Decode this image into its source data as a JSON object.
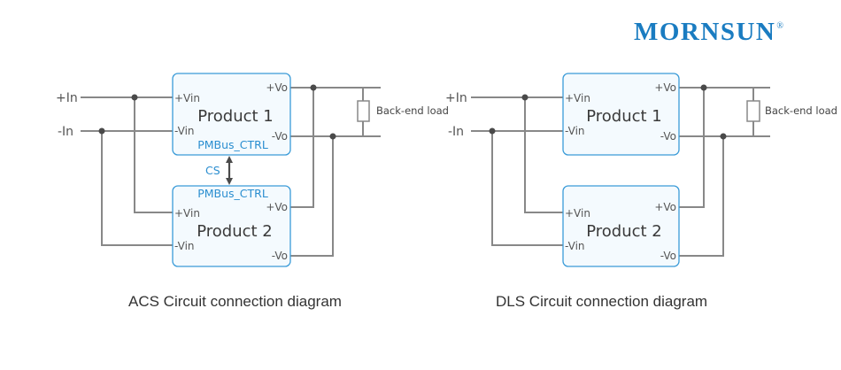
{
  "logo": {
    "text": "MORNSUN",
    "mark": "®",
    "color": "#1a7cc1"
  },
  "diagrams": [
    {
      "id": "acs",
      "caption": "ACS Circuit connection diagram",
      "inputs": {
        "pos": "+In",
        "neg": "-In"
      },
      "products": [
        {
          "name": "Product 1",
          "vin_pos": "+Vin",
          "vin_neg": "-Vin",
          "vo_pos": "+Vo",
          "vo_neg": "-Vo",
          "ctrl": "PMBus_CTRL"
        },
        {
          "name": "Product 2",
          "vin_pos": "+Vin",
          "vin_neg": "-Vin",
          "vo_pos": "+Vo",
          "vo_neg": "-Vo",
          "ctrl": "PMBus_CTRL"
        }
      ],
      "link_label": "CS",
      "load_label": "Back-end load"
    },
    {
      "id": "dls",
      "caption": "DLS Circuit connection diagram",
      "inputs": {
        "pos": "+In",
        "neg": "-In"
      },
      "products": [
        {
          "name": "Product 1",
          "vin_pos": "+Vin",
          "vin_neg": "-Vin",
          "vo_pos": "+Vo",
          "vo_neg": "-Vo"
        },
        {
          "name": "Product 2",
          "vin_pos": "+Vin",
          "vin_neg": "-Vin",
          "vo_pos": "+Vo",
          "vo_neg": "-Vo"
        }
      ],
      "load_label": "Back-end load"
    }
  ]
}
